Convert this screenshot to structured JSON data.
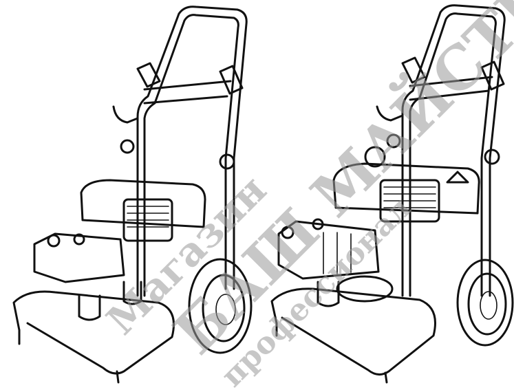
{
  "image": {
    "subject": "two pressure washers",
    "background_color": "#ffffff",
    "line_color": "#111111"
  },
  "watermark": {
    "line1": "Магазин",
    "line2": "БАШ МАЙСТЕР",
    "line3": "профессионал",
    "color": "#9a9a9a"
  }
}
